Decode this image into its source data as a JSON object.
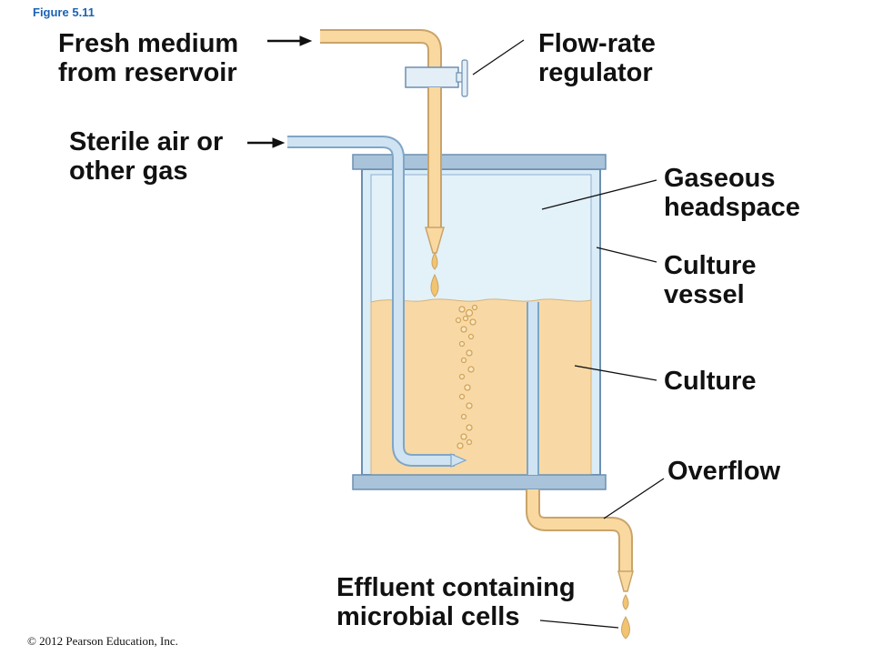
{
  "figure_label": "Figure 5.11",
  "copyright": "© 2012 Pearson Education, Inc.",
  "labels": {
    "fresh_medium": [
      "Fresh medium",
      "from reservoir"
    ],
    "flow_rate": [
      "Flow-rate",
      "regulator"
    ],
    "sterile_air": [
      "Sterile air or",
      "other gas"
    ],
    "gaseous": [
      "Gaseous",
      "headspace"
    ],
    "culture_vessel": [
      "Culture",
      "vessel"
    ],
    "culture": [
      "Culture"
    ],
    "overflow": [
      "Overflow"
    ],
    "effluent": [
      "Effluent containing",
      "microbial cells"
    ]
  },
  "colors": {
    "medium": "#f9d9a0",
    "medium_outline": "#c9a46a",
    "glass": "#d9ecf7",
    "glass_outline": "#6c8fb0",
    "plate": "#a9c3da",
    "culture_fill": "#f8d9a6"
  }
}
